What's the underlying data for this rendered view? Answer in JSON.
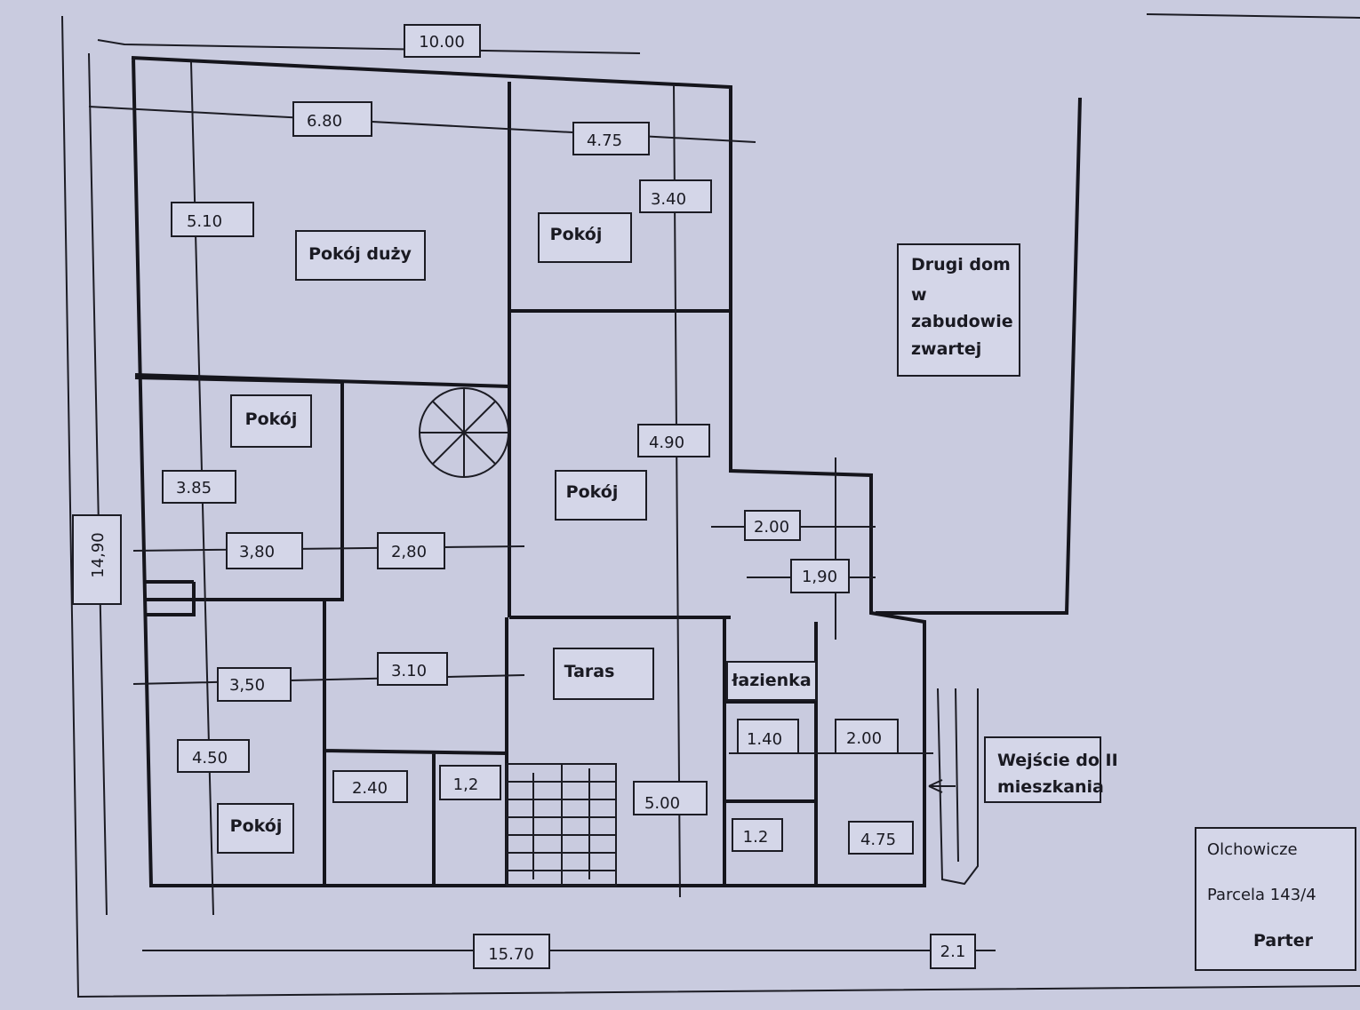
{
  "rooms": {
    "living_large": "Pokój duży",
    "room_top_right": "Pokój",
    "room_left": "Pokój",
    "room_middle": "Pokój",
    "room_bottom_left": "Pokój",
    "terrace": "Taras",
    "bathroom": "łazienka"
  },
  "neighbor": {
    "line1": "Drugi dom",
    "line2": "w",
    "line3": "zabudowie",
    "line4": "zwartej"
  },
  "entrance": {
    "line1": "Wejście do II",
    "line2": "mieszkania"
  },
  "title_block": {
    "place": "Olchowicze",
    "parcel": "Parcela 143/4",
    "floor": "Parter"
  },
  "dimensions": {
    "top_total": "10.00",
    "d680": "6.80",
    "d475a": "4.75",
    "d340": "3.40",
    "d510": "5.10",
    "d490": "4.90",
    "d385": "3.85",
    "d380": "3,80",
    "d280": "2,80",
    "d200a": "2.00",
    "d190": "1,90",
    "d350": "3,50",
    "d310": "3.10",
    "d450": "4.50",
    "d240": "2.40",
    "d12a": "1,2",
    "d500": "5.00",
    "d140": "1.40",
    "d200b": "2.00",
    "d12b": "1.2",
    "d475b": "4.75",
    "left_total": "14,90",
    "bottom_total": "15.70",
    "d21": "2.1"
  }
}
